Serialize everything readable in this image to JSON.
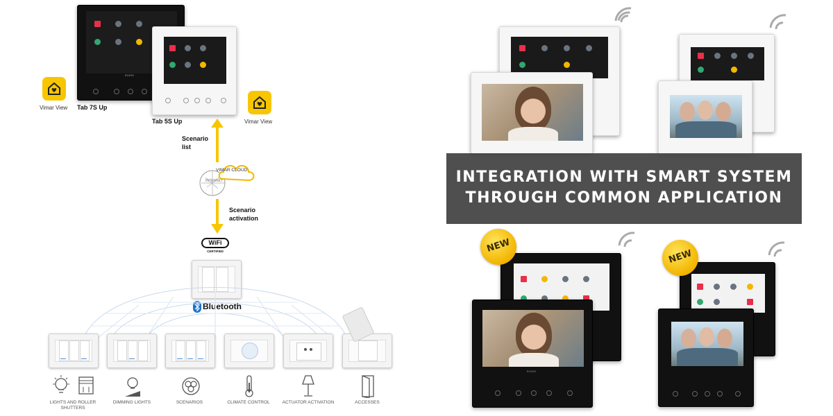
{
  "left": {
    "device_labels": {
      "tab7": "Tab 7S Up",
      "tab5": "Tab 5S Up"
    },
    "app_labels": {
      "left": "Vimar View",
      "right": "Vimar View"
    },
    "flow": {
      "up_label_1": "Scenario",
      "up_label_2": "list",
      "down_label_1": "Scenario",
      "down_label_2": "activation"
    },
    "cloud": {
      "label": "VIMAR CLOUD",
      "sublabel": "INTERNET"
    },
    "wifi_logo": {
      "word": "WiFi",
      "certified": "CERTIFIED"
    },
    "bluetooth": {
      "label": "Bluetooth"
    },
    "brand_on_device": "ELVOX",
    "functions": [
      {
        "label": "LIGHTS AND ROLLER SHUTTERS",
        "icon": "bulb-shutter-icon"
      },
      {
        "label": "DIMMING LIGHTS",
        "icon": "dimmer-icon"
      },
      {
        "label": "SCENARIOS",
        "icon": "scenario-icon"
      },
      {
        "label": "CLIMATE CONTROL",
        "icon": "thermometer-icon"
      },
      {
        "label": "ACTUATOR ACTIVATION",
        "icon": "lamp-icon"
      },
      {
        "label": "ACCESSES",
        "icon": "door-icon"
      }
    ],
    "colors": {
      "accent_yellow": "#f7c600",
      "bluetooth_blue": "#1a73c8"
    }
  },
  "right": {
    "banner": {
      "line1": "INTEGRATION WITH SMART SYSTEM",
      "line2": "THROUGH COMMON APPLICATION"
    },
    "new_badges": [
      "NEW",
      "NEW"
    ],
    "brand_on_device": "ELVOX",
    "colors": {
      "banner_bg": "#404040",
      "badge_yellow": "#f2b400"
    }
  }
}
